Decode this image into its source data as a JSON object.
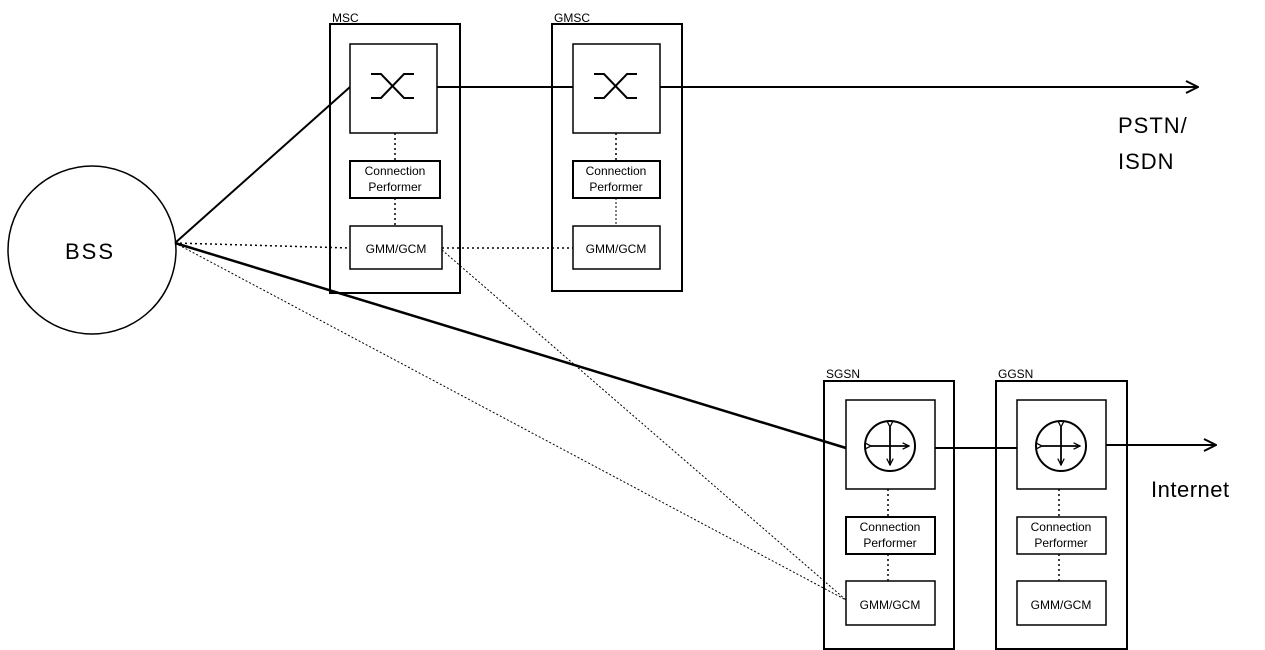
{
  "bss": {
    "label": "BSS"
  },
  "nodes": {
    "msc": {
      "label": "MSC",
      "connection_performer": [
        "Connection",
        "Performer"
      ],
      "gmm": "GMM/GCM"
    },
    "gmsc": {
      "label": "GMSC",
      "connection_performer": [
        "Connection",
        "Performer"
      ],
      "gmm": "GMM/GCM"
    },
    "sgsn": {
      "label": "SGSN",
      "connection_performer": [
        "Connection",
        "Performer"
      ],
      "gmm": "GMM/GCM"
    },
    "ggsn": {
      "label": "GGSN",
      "connection_performer": [
        "Connection",
        "Performer"
      ],
      "gmm": "GMM/GCM"
    }
  },
  "external": {
    "pstn": [
      "PSTN/",
      "ISDN"
    ],
    "internet": "Internet"
  },
  "icons": {
    "circuit_switch": "circuit-switch-icon",
    "packet_router": "packet-router-icon"
  }
}
